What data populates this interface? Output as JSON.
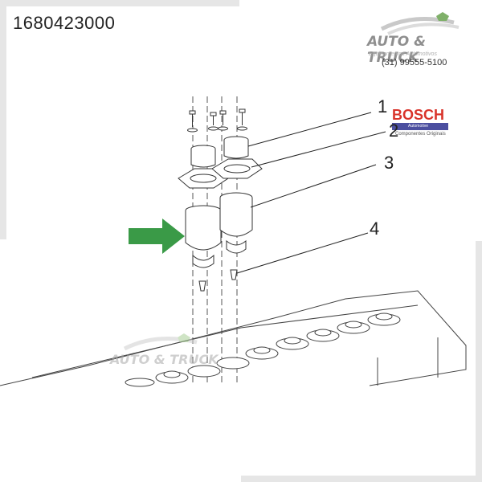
{
  "part_code": "1680423000",
  "logo": {
    "brand": "AUTO & TRUCK",
    "tagline": "Equipamentos Automotivos",
    "phone": "(31) 99555-5100"
  },
  "bosch": {
    "name": "BOSCH",
    "division": "Automotive",
    "subtitle": "Componentes Originais"
  },
  "callouts": [
    "1",
    "2",
    "3",
    "4"
  ],
  "watermark": {
    "brand": "AUTO & TRUCK"
  },
  "colors": {
    "arrow": "#3a9a47",
    "bosch_red": "#d9342b",
    "bosch_bar": "#4b4fa0"
  }
}
